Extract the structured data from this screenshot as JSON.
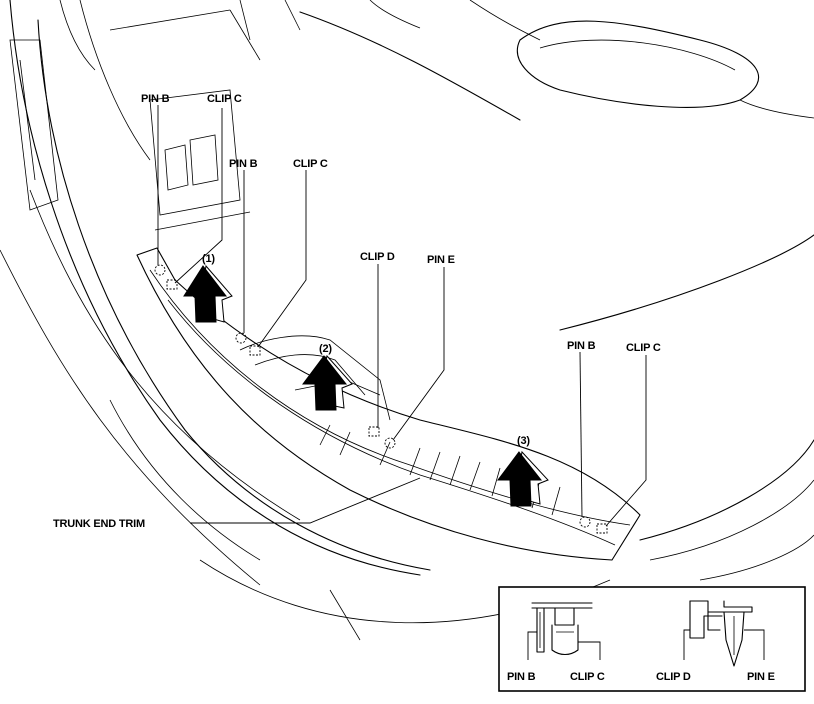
{
  "labels": {
    "pin_b_1": "PIN B",
    "clip_c_1": "CLIP C",
    "pin_b_2": "PIN B",
    "clip_c_2": "CLIP C",
    "clip_d": "CLIP D",
    "pin_e": "PIN E",
    "pin_b_3": "PIN B",
    "clip_c_3": "CLIP C",
    "trunk_end_trim": "TRUNK END TRIM",
    "step_1": "(1)",
    "step_2": "(2)",
    "step_3": "(3)"
  },
  "inset": {
    "pin_b": "PIN B",
    "clip_c": "CLIP C",
    "clip_d": "CLIP D",
    "pin_e": "PIN E"
  }
}
